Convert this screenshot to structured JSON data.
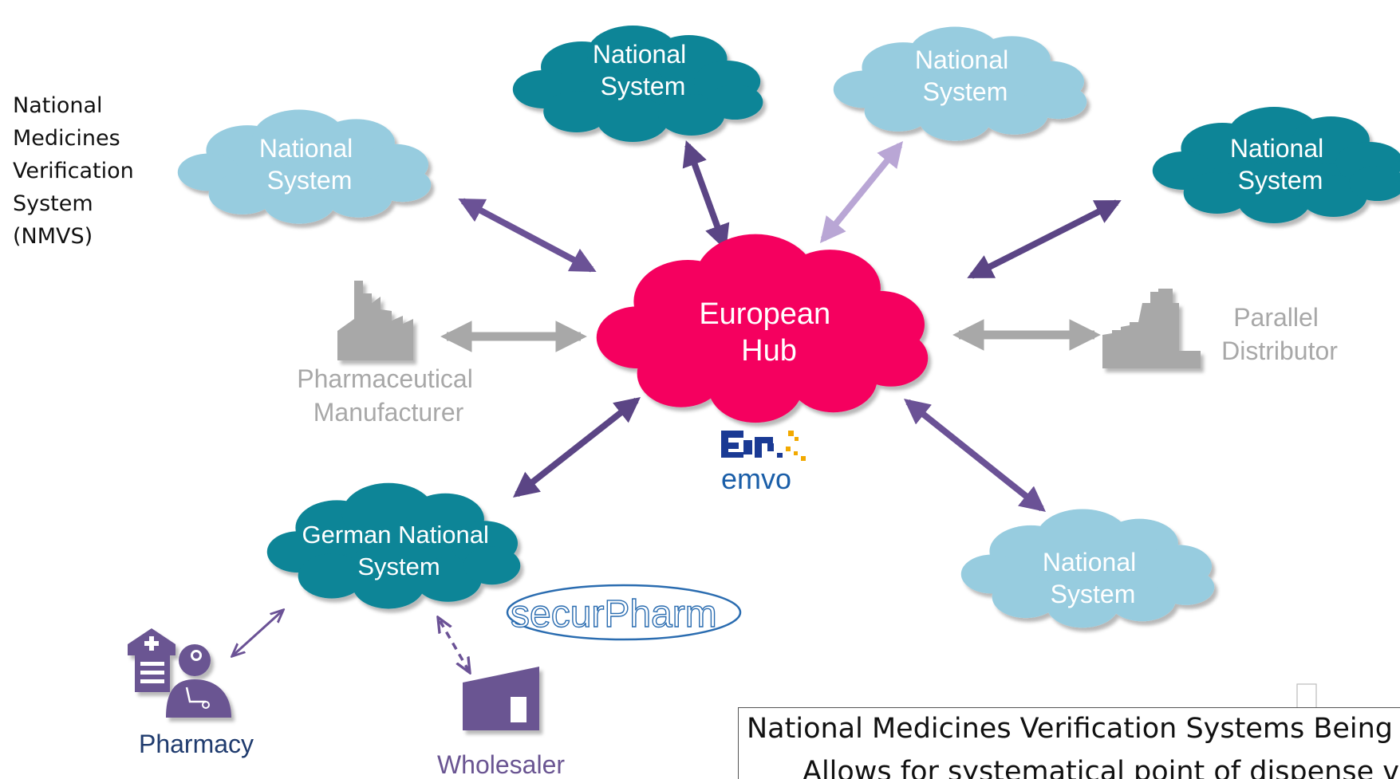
{
  "side_label": {
    "lines": [
      "National",
      "Medicines",
      "Verification",
      "System",
      "(NMVS)"
    ]
  },
  "clouds": {
    "top_center": {
      "lines": [
        "National",
        "System"
      ]
    },
    "top_right": {
      "lines": [
        "National",
        "System"
      ]
    },
    "left": {
      "lines": [
        "National",
        "System"
      ]
    },
    "right": {
      "lines": [
        "National",
        "System"
      ]
    },
    "hub": {
      "lines": [
        "European",
        "Hub"
      ]
    },
    "german": {
      "lines": [
        "German National",
        "System"
      ]
    },
    "bottom_right": {
      "lines": [
        "National",
        "System"
      ]
    }
  },
  "nodes": {
    "manufacturer": {
      "lines": [
        "Pharmaceutical",
        "Manufacturer"
      ]
    },
    "parallel": {
      "lines": [
        "Parallel",
        "Distributor"
      ]
    },
    "pharmacy": {
      "label": "Pharmacy"
    },
    "wholesaler": {
      "label": "Wholesaler"
    }
  },
  "logos": {
    "emvo": {
      "text": "emvo"
    },
    "securpharm": {
      "text": "securPharm"
    }
  },
  "note": {
    "line1": "National Medicines Verification Systems Being",
    "line2": "Allows for systematical point of dispense v"
  },
  "colors": {
    "dark_teal": "#0d8597",
    "light_blue": "#97ccdf",
    "hub_magenta": "#f5005f",
    "arrow_purple": "#6b5296",
    "arrow_light_purple": "#b9a6d5",
    "grey": "#a8a8a8",
    "icon_purple": "#6a5592"
  },
  "icons": [
    "factory-icon",
    "factory-icon",
    "pharmacy-icon",
    "warehouse-icon"
  ]
}
